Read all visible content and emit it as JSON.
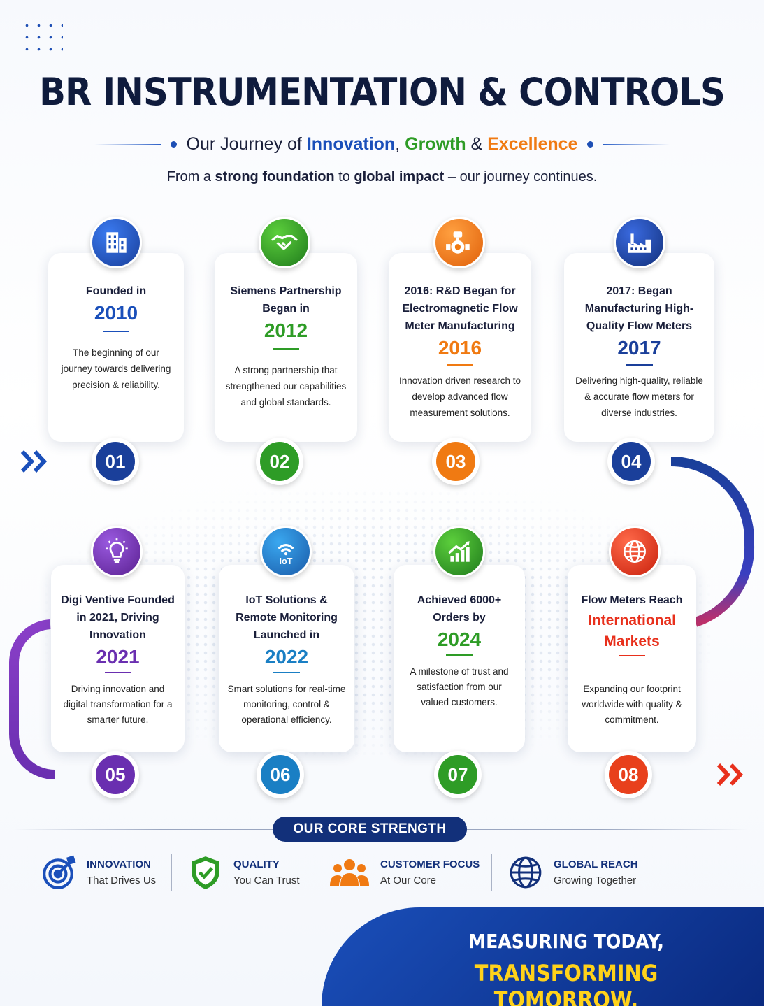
{
  "header": {
    "title": "BR INSTRUMENTATION & CONTROLS",
    "subtitle": {
      "prefix": "Our Journey of ",
      "w1": "Innovation",
      "sep1": ", ",
      "w2": "Growth",
      "sep2": " & ",
      "w3": "Excellence"
    },
    "tagline": {
      "p1": "From a ",
      "b1": "strong foundation",
      "p2": " to ",
      "b2": "global impact",
      "p3": " – our journey continues."
    }
  },
  "milestones": [
    {
      "num": "01",
      "head": "Founded in",
      "year": "2010",
      "desc": "The beginning of our journey towards delivering precision & reliability.",
      "color": "#1a4fba",
      "icon": "building-icon"
    },
    {
      "num": "02",
      "head": "Siemens Partnership Began in",
      "year": "2012",
      "desc": "A strong partnership that strengthened our capabilities and global standards.",
      "color": "#2e9c26",
      "icon": "handshake-icon"
    },
    {
      "num": "03",
      "head": "2016: R&D Began for Electromagnetic Flow Meter Manufacturing",
      "year": "2016",
      "desc": "Innovation driven research to develop advanced flow measurement solutions.",
      "color": "#f07a12",
      "icon": "flow-meter-icon"
    },
    {
      "num": "04",
      "head": "2017: Began Manufacturing High-Quality Flow Meters",
      "year": "2017",
      "desc": "Delivering high-quality, reliable & accurate flow meters for diverse industries.",
      "color": "#1a3f9a",
      "icon": "factory-icon"
    },
    {
      "num": "05",
      "head": "Digi Ventive Founded in 2021, Driving Innovation",
      "year": "2021",
      "desc": "Driving innovation and digital transformation for a smarter future.",
      "color": "#6a2fb0",
      "icon": "lightbulb-icon"
    },
    {
      "num": "06",
      "head": "IoT Solutions & Remote Monitoring Launched in",
      "year": "2022",
      "desc": "Smart solutions for real-time monitoring, control & operational efficiency.",
      "color": "#1a7fc4",
      "icon": "iot-icon"
    },
    {
      "num": "07",
      "head": "Achieved 6000+ Orders by",
      "year": "2024",
      "desc": "A milestone of trust and satisfaction from our valued customers.",
      "color": "#2e9c26",
      "icon": "growth-chart-icon"
    },
    {
      "num": "08",
      "head": "Flow Meters Reach",
      "year": "International Markets",
      "desc": "Expanding our footprint worldwide with quality & commitment.",
      "color": "#e8301c",
      "icon": "globe-icon"
    }
  ],
  "core": {
    "label": "OUR CORE STRENGTH",
    "items": [
      {
        "title": "INNOVATION",
        "sub": "That Drives Us",
        "icon": "target-icon",
        "color": "#1a4fba"
      },
      {
        "title": "QUALITY",
        "sub": "You Can Trust",
        "icon": "shield-check-icon",
        "color": "#2e9c26"
      },
      {
        "title": "CUSTOMER FOCUS",
        "sub": "At Our Core",
        "icon": "people-icon",
        "color": "#f07a12"
      },
      {
        "title": "GLOBAL REACH",
        "sub": "Growing Together",
        "icon": "globe-icon",
        "color": "#12307a"
      }
    ]
  },
  "footer": {
    "line1": "MEASURING TODAY,",
    "line2": "TRANSFORMING TOMORROW."
  }
}
